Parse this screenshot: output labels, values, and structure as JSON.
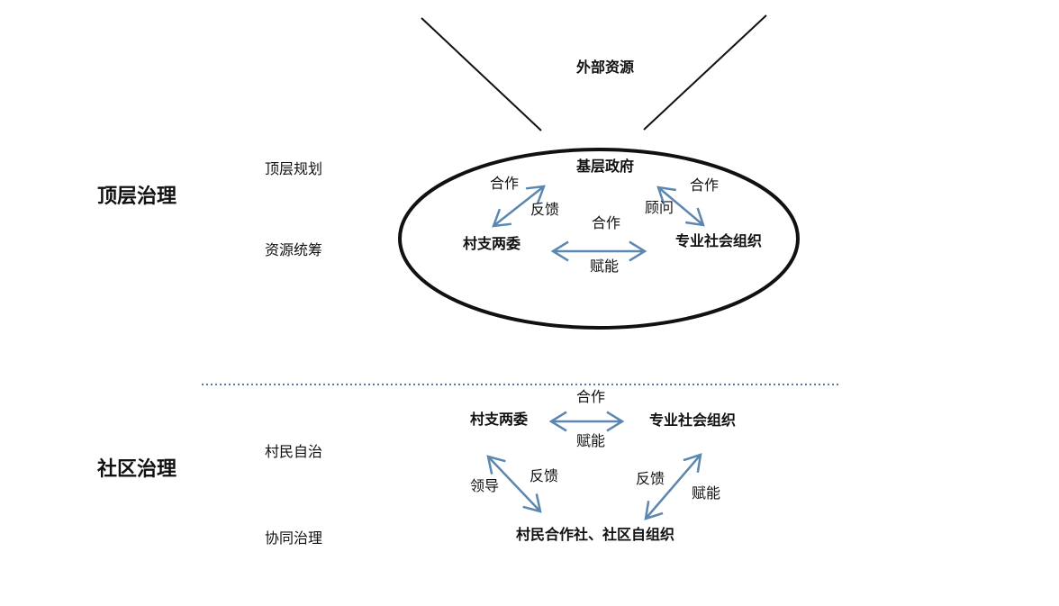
{
  "colors": {
    "arrow": "#5b87b0",
    "line": "#111111",
    "divider": "#5a7a9a"
  },
  "external": "外部资源",
  "top": {
    "section": "顶层治理",
    "side": [
      "顶层规划",
      "资源统筹"
    ],
    "gov": "基层政府",
    "village": "村支两委",
    "org": "专业社会组织",
    "left_arrow": {
      "a": "合作",
      "b": "反馈"
    },
    "right_arrow": {
      "a": "合作",
      "b": "顾问"
    },
    "mid_arrow": {
      "a": "合作",
      "b": "赋能"
    }
  },
  "bottom": {
    "section": "社区治理",
    "side": [
      "村民自治",
      "协同治理"
    ],
    "village": "村支两委",
    "org": "专业社会组织",
    "coop": "村民合作社、社区自组织",
    "mid_arrow": {
      "a": "合作",
      "b": "赋能"
    },
    "left_arrow": {
      "a": "领导",
      "b": "反馈"
    },
    "right_arrow": {
      "a": "反馈",
      "b": "赋能"
    }
  }
}
